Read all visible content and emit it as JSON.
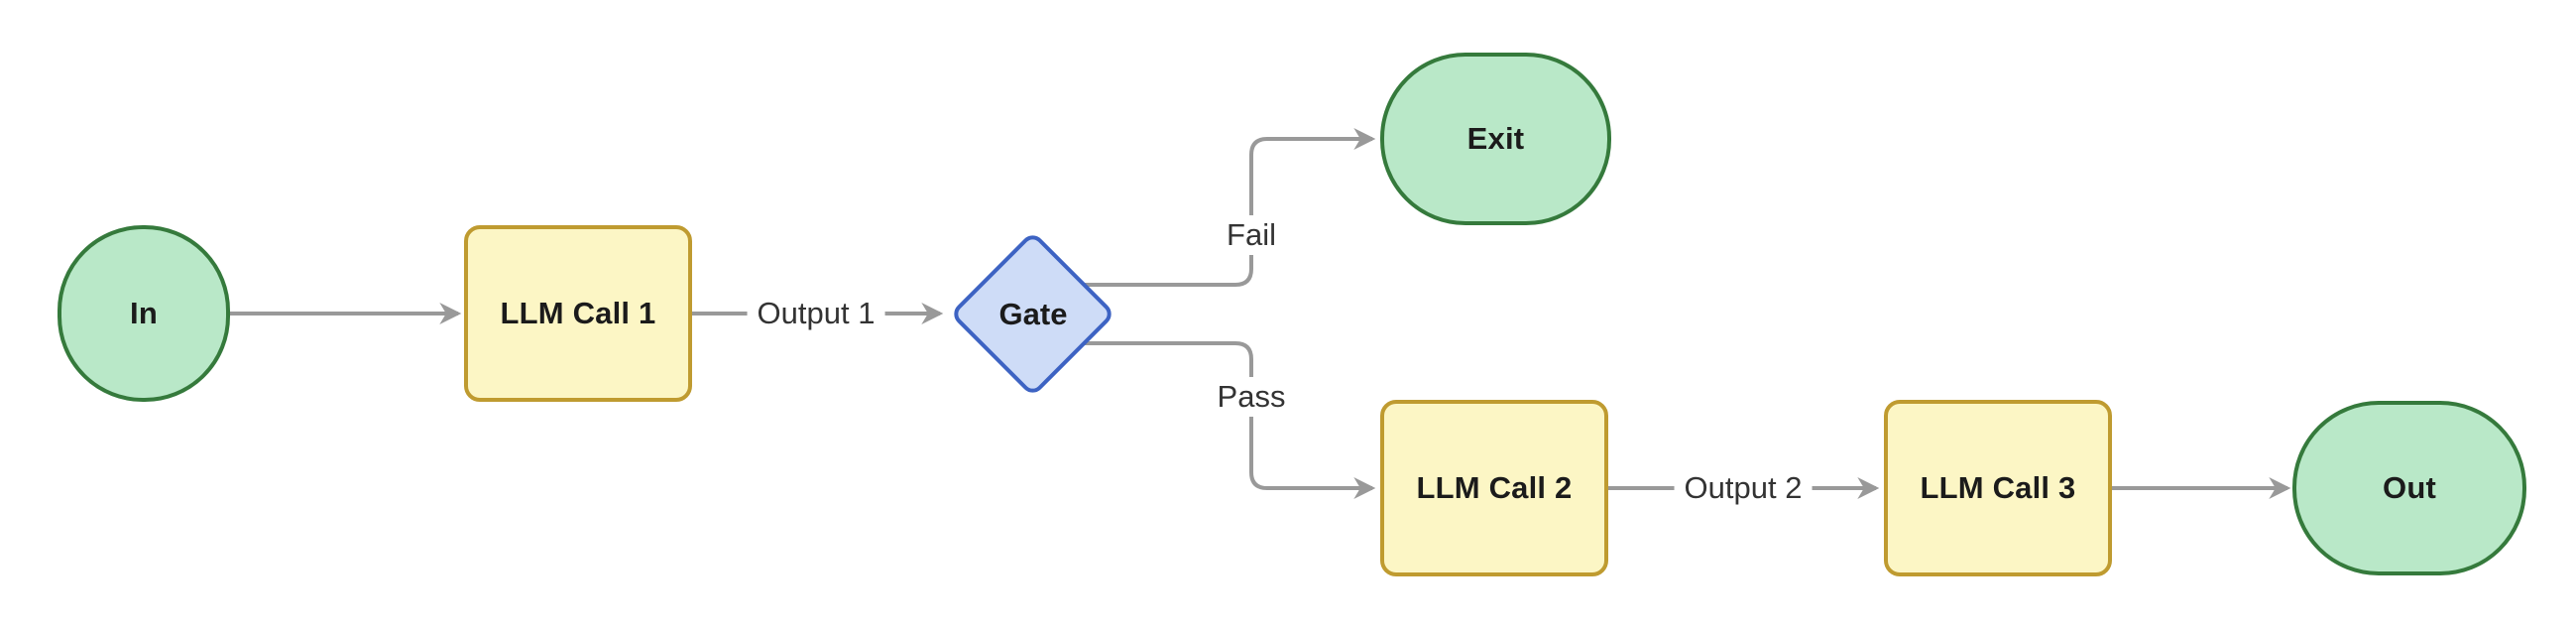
{
  "diagram": {
    "type": "flowchart",
    "direction": "left-to-right",
    "colors": {
      "background": "#ffffff",
      "start_end_fill": "#b9e8c8",
      "start_end_border": "#357a3c",
      "process_fill": "#fcf6c5",
      "process_border": "#bf9b30",
      "decision_fill": "#cedcf7",
      "decision_border": "#3d63c3",
      "edge": "#999999",
      "node_text": "#1b1b1b",
      "edge_label_text": "#333333"
    },
    "nodes": [
      {
        "id": "in",
        "label": "In",
        "shape": "stadium"
      },
      {
        "id": "llm1",
        "label": "LLM Call 1",
        "shape": "rounded-rect"
      },
      {
        "id": "gate",
        "label": "Gate",
        "shape": "diamond"
      },
      {
        "id": "exit",
        "label": "Exit",
        "shape": "stadium"
      },
      {
        "id": "llm2",
        "label": "LLM Call 2",
        "shape": "rounded-rect"
      },
      {
        "id": "llm3",
        "label": "LLM Call 3",
        "shape": "rounded-rect"
      },
      {
        "id": "out",
        "label": "Out",
        "shape": "stadium"
      }
    ],
    "edges": [
      {
        "from": "in",
        "to": "llm1",
        "label": ""
      },
      {
        "from": "llm1",
        "to": "gate",
        "label": "Output 1"
      },
      {
        "from": "gate",
        "to": "exit",
        "label": "Fail"
      },
      {
        "from": "gate",
        "to": "llm2",
        "label": "Pass"
      },
      {
        "from": "llm2",
        "to": "llm3",
        "label": "Output 2"
      },
      {
        "from": "llm3",
        "to": "out",
        "label": ""
      }
    ]
  }
}
